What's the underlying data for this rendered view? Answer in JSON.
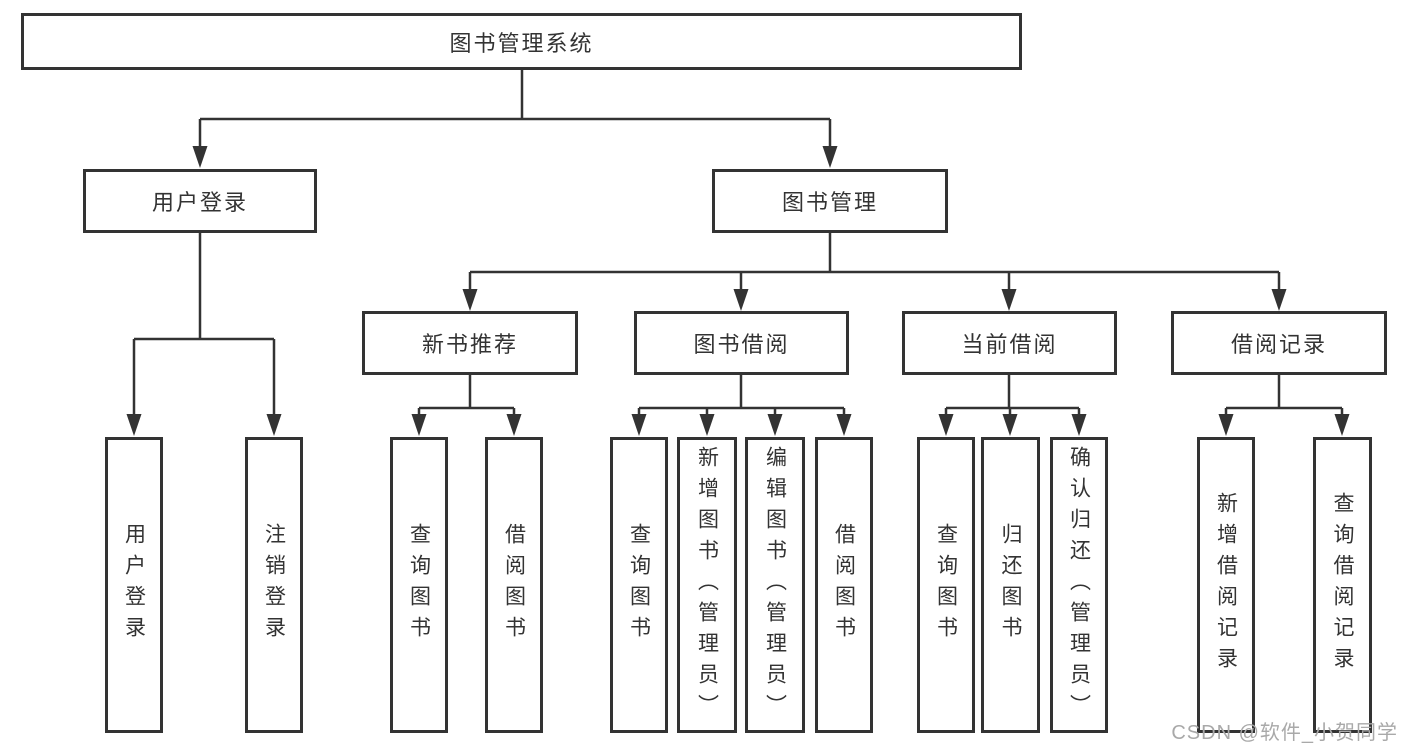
{
  "tree": {
    "root": "图书管理系统",
    "branches": [
      {
        "label": "用户登录",
        "leaves": [
          "用户登录",
          "注销登录"
        ]
      },
      {
        "label": "图书管理",
        "groups": [
          {
            "label": "新书推荐",
            "leaves": [
              "查询图书",
              "借阅图书"
            ]
          },
          {
            "label": "图书借阅",
            "leaves": [
              "查询图书",
              "新增图书（管理员）",
              "编辑图书（管理员）",
              "借阅图书"
            ]
          },
          {
            "label": "当前借阅",
            "leaves": [
              "查询图书",
              "归还图书",
              "确认归还（管理员）"
            ]
          },
          {
            "label": "借阅记录",
            "leaves": [
              "新增借阅记录",
              "查询借阅记录"
            ]
          }
        ]
      }
    ]
  },
  "watermark": {
    "text": "CSDN @软件_小贺同学"
  },
  "colors": {
    "line": "#333333",
    "box_border": "#333333",
    "text": "#333333",
    "background": "#ffffff",
    "watermark": "#a9a9a9"
  }
}
